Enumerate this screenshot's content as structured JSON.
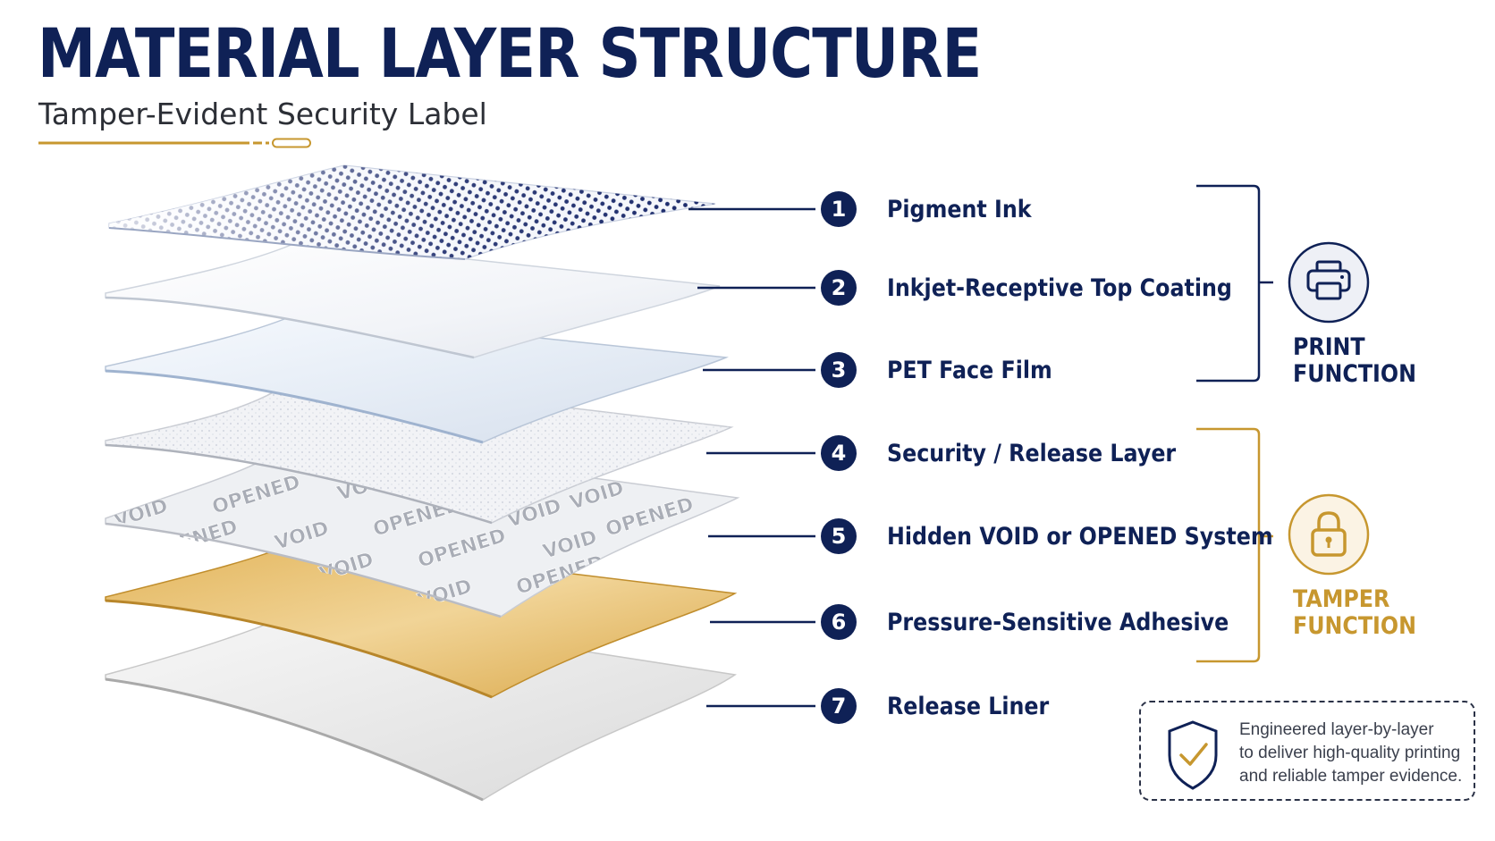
{
  "header": {
    "title": "MATERIAL LAYER STRUCTURE",
    "subtitle": "Tamper-Evident Security Label"
  },
  "colors": {
    "navy": "#0f2156",
    "gold": "#c7972f",
    "text": "#2c2f36"
  },
  "layers": [
    {
      "number": "1",
      "label": "Pigment Ink"
    },
    {
      "number": "2",
      "label": "Inkjet-Receptive Top Coating"
    },
    {
      "number": "3",
      "label": "PET Face Film"
    },
    {
      "number": "4",
      "label": "Security / Release Layer"
    },
    {
      "number": "5",
      "label": "Hidden VOID or OPENED System"
    },
    {
      "number": "6",
      "label": "Pressure-Sensitive Adhesive"
    },
    {
      "number": "7",
      "label": "Release Liner"
    }
  ],
  "groups": {
    "print": {
      "line1": "PRINT",
      "line2": "FUNCTION",
      "icon": "printer-icon"
    },
    "tamper": {
      "line1": "TAMPER",
      "line2": "FUNCTION",
      "icon": "padlock-icon"
    }
  },
  "void_pattern_words": [
    "VOID",
    "OPENED"
  ],
  "note": {
    "icon": "shield-check-icon",
    "line1": "Engineered layer-by-layer",
    "line2": "to deliver high-quality printing",
    "line3": "and reliable tamper evidence."
  }
}
